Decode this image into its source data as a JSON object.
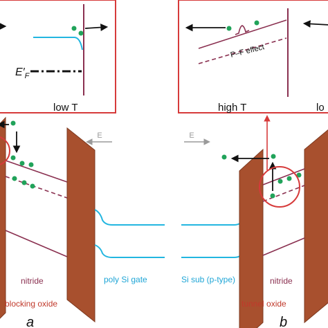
{
  "colors": {
    "box_border": "#d63a3a",
    "slab_fill": "#a8502e",
    "slab_edge": "#7d3a20",
    "band_line": "#8a3050",
    "si_band": "#22b6e0",
    "electron": "#21a35a",
    "label_purple": "#8a3050",
    "label_cyan": "#1ea5d6",
    "label_red": "#c0392b",
    "field_arrow": "#9a9a9a",
    "ink": "#111111"
  },
  "inset_left": {
    "fermi_label": "E′",
    "fermi_sub": "F",
    "caption": "low T"
  },
  "inset_right": {
    "effect_label": "P–F effect",
    "caption_high": "high T",
    "caption_low_partial": "lo"
  },
  "panel_a": {
    "field_label": "E",
    "nitride_label": "nitride",
    "gate_label": "poly Si gate",
    "oxide_label": "blocking oxide",
    "panel_letter": "a"
  },
  "panel_b": {
    "field_label": "E",
    "substrate_label": "Si sub (p-type)",
    "nitride_label": "nitride",
    "oxide_label": "tunnel oxide",
    "panel_letter": "b"
  },
  "icons": {
    "electron": "green-dot-icon",
    "field_arrow": "gray-arrow-icon",
    "emission_arrow": "black-arrow-icon",
    "highlight": "red-circle-icon"
  }
}
